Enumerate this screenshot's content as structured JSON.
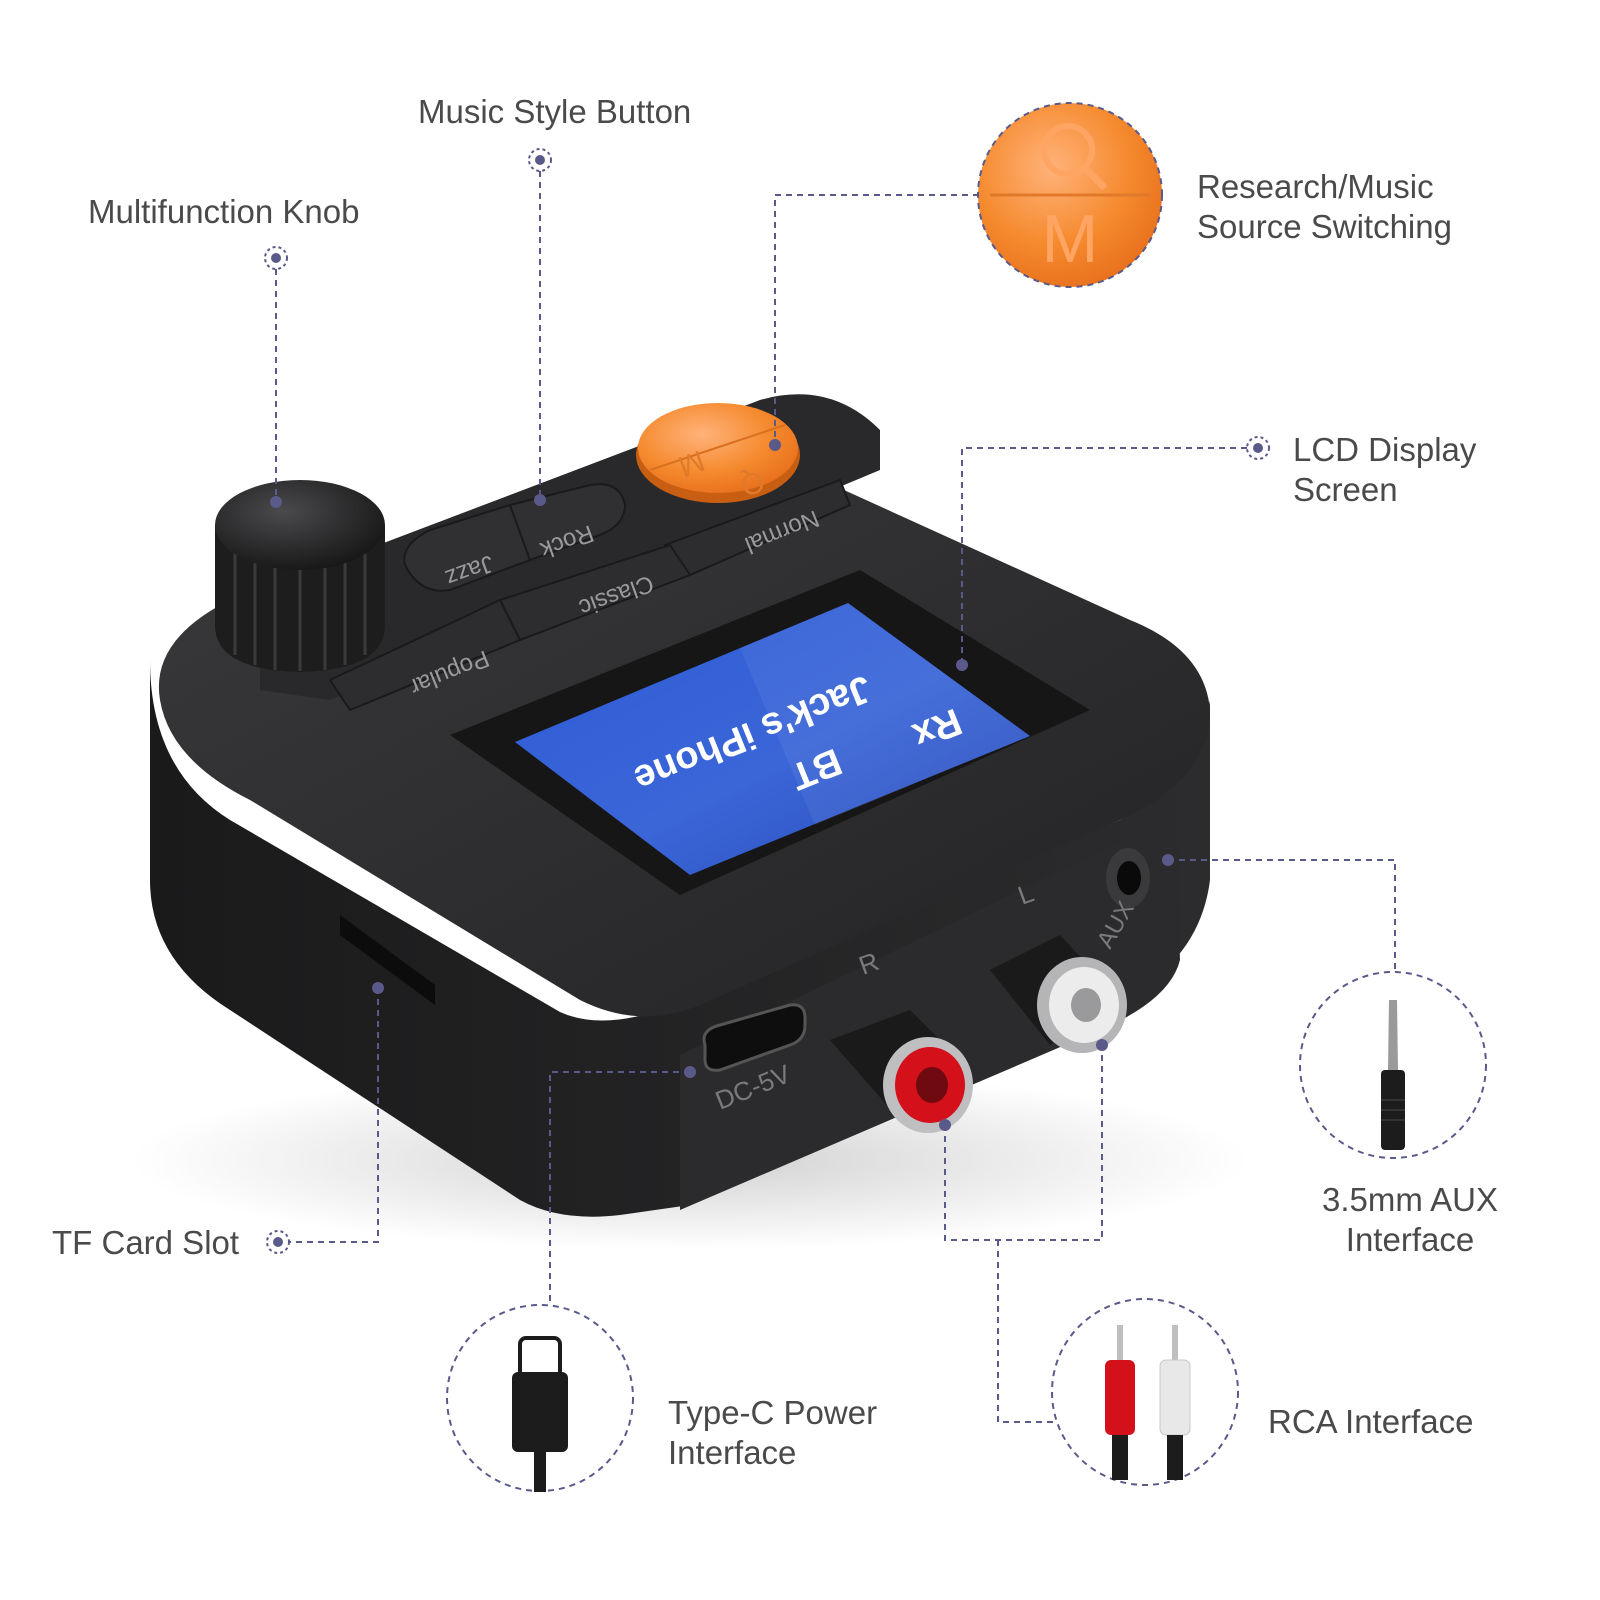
{
  "callouts": {
    "music_style": {
      "line1": "Music Style Button"
    },
    "knob": {
      "line1": "Multifunction Knob"
    },
    "research": {
      "line1": "Research/Music",
      "line2": "Source  Switching"
    },
    "lcd": {
      "line1": "LCD Display",
      "line2": "Screen"
    },
    "aux": {
      "line1": "3.5mm AUX",
      "line2": "Interface"
    },
    "tf": {
      "line1": "TF Card Slot"
    },
    "typec": {
      "line1": "Type-C Power",
      "line2": "Interface"
    },
    "rca": {
      "line1": "RCA Interface"
    }
  },
  "device": {
    "buttons": {
      "jazz": "Jazz",
      "rock": "Rock",
      "normal": "Normal",
      "classic": "Classic",
      "popular": "Popular"
    },
    "lcd": {
      "mode": "Rx",
      "device_name": "Jack's iPhone",
      "source": "BT"
    },
    "ports": {
      "dc": "DC-5V",
      "right": "R",
      "left": "L",
      "aux": "AUX"
    },
    "top_button_letters": {
      "top": "Q",
      "bottom": "M"
    }
  },
  "colors": {
    "device_body": "#2a2a2c",
    "lcd_blue": "#2f55c8",
    "accent_orange": "#f58a2e",
    "leader_line": "#5a5a8a",
    "rca_red": "#d4101b",
    "rca_white": "#e8e8e8"
  }
}
